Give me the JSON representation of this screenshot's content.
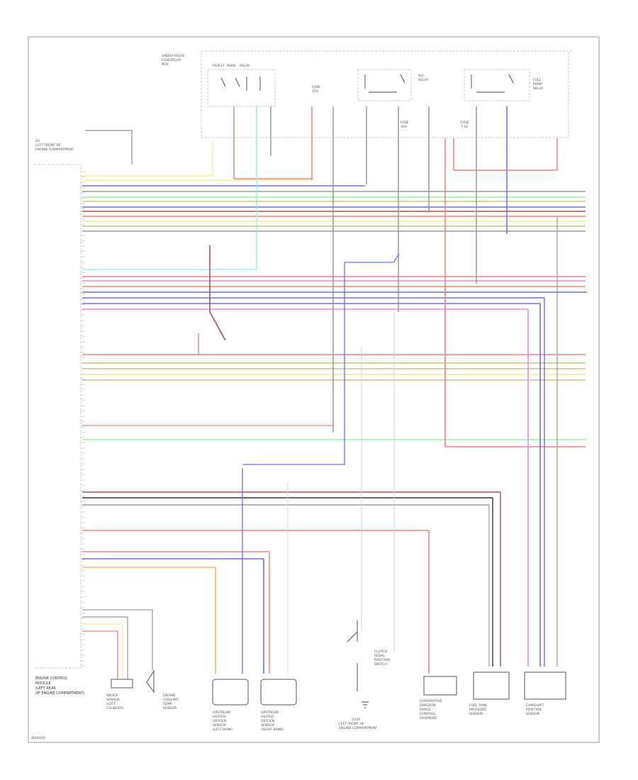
{
  "diagram": {
    "ecm_label": [
      "ENGINE CONTROL",
      "MODULE",
      "(LEFT REAR",
      "OF ENGINE COMPARTMENT)"
    ],
    "fuse_relay_box": [
      "UNDER-HOOD",
      "FUSE/RELAY",
      "BOX"
    ],
    "main_relay_label": [
      "PGM-FI",
      "MAIN",
      "RELAY"
    ],
    "relay_1_label": [
      "A/C",
      "RELAY"
    ],
    "relay_2_label": [
      "FUEL",
      "PUMP",
      "RELAY"
    ],
    "fuse_labels": [
      "FUSE",
      "15A",
      "FUSE",
      "10A",
      "FUSE",
      "7.5A"
    ],
    "ground_label": [
      "G101",
      "LEFT FRONT OF",
      "ENGINE COMPARTMENT"
    ],
    "top_ground": [
      "G1",
      "LEFT FRONT OF",
      "ENGINE COMPARTMENT"
    ],
    "components": [
      {
        "id": "knock",
        "label": [
          "KNOCK",
          "SENSOR",
          "(LEFT",
          "CYLINDER)"
        ]
      },
      {
        "id": "sensor2",
        "label": [
          "ENGINE",
          "COOLANT",
          "TEMP",
          "SENSOR"
        ]
      },
      {
        "id": "o2a",
        "label": [
          "UPSTREAM",
          "HEATED",
          "OXYGEN",
          "SENSOR",
          "(LEFT BANK)"
        ]
      },
      {
        "id": "o2b",
        "label": [
          "UPSTREAM",
          "HEATED",
          "OXYGEN",
          "SENSOR",
          "(RIGHT BANK)"
        ]
      },
      {
        "id": "clutch",
        "label": [
          "CLUTCH",
          "PEDAL",
          "POSITION",
          "SWITCH"
        ]
      },
      {
        "id": "evap",
        "label": [
          "EVAPORATIVE",
          "EMISSION",
          "PURGE",
          "CONTROL",
          "SOLENOID"
        ]
      },
      {
        "id": "fueltank",
        "label": [
          "FUEL TANK",
          "PRESSURE",
          "SENSOR"
        ]
      },
      {
        "id": "camshaft",
        "label": [
          "CAMSHAFT",
          "POSITION",
          "SENSOR"
        ]
      }
    ],
    "footer_id": "W4XXXX"
  },
  "wire_colors": {
    "red": "#f08080",
    "blue": "#6b6bff",
    "green": "#9ef29e",
    "yellow": "#f2ee9a",
    "cyan": "#84f2f2",
    "orange": "#f5b56a",
    "pink": "#f08ad2",
    "brown": "#b05050",
    "gray": "#9a9a9a",
    "black": "#333333",
    "olive": "#c8c47a"
  }
}
